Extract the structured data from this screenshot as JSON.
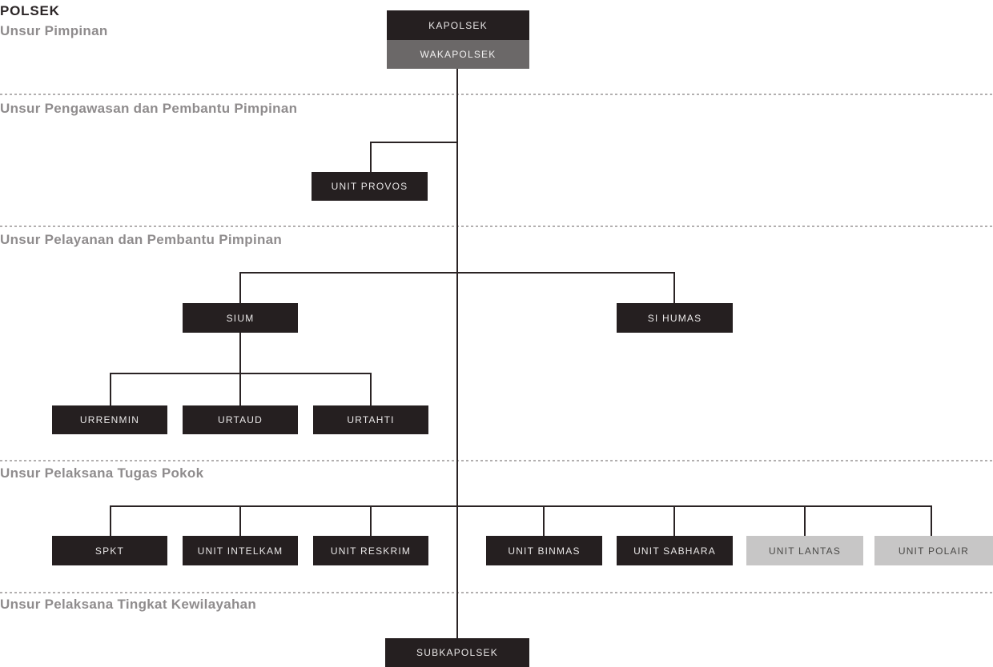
{
  "title": "POLSEK",
  "sections": {
    "pimpinan": "Unsur Pimpinan",
    "pengawasan": "Unsur Pengawasan dan Pembantu Pimpinan",
    "pelayanan": "Unsur Pelayanan dan Pembantu Pimpinan",
    "pelaksana_tugas_pokok": "Unsur Pelaksana Tugas Pokok",
    "pelaksana_kewilayahan": "Unsur Pelaksana Tingkat Kewilayahan"
  },
  "nodes": {
    "kapolsek": "KAPOLSEK",
    "wakapolsek": "WAKAPOLSEK",
    "unit_provos": "UNIT PROVOS",
    "sium": "SIUM",
    "si_humas": "SI HUMAS",
    "urrenmin": "URRENMIN",
    "urtaud": "URTAUD",
    "urtahti": "URTAHTI",
    "spkt": "SPKT",
    "unit_intelkam": "UNIT INTELKAM",
    "unit_reskrim": "UNIT RESKRIM",
    "unit_binmas": "UNIT BINMAS",
    "unit_sabhara": "UNIT SABHARA",
    "unit_lantas": "UNIT LANTAS",
    "unit_polair": "UNIT POLAIR",
    "subkapolsek": "SUBKAPOLSEK"
  },
  "hierarchy": {
    "root": "KAPOLSEK",
    "edges": [
      [
        "KAPOLSEK",
        "WAKAPOLSEK"
      ],
      [
        "WAKAPOLSEK",
        "UNIT PROVOS"
      ],
      [
        "WAKAPOLSEK",
        "SIUM"
      ],
      [
        "WAKAPOLSEK",
        "SI HUMAS"
      ],
      [
        "SIUM",
        "URRENMIN"
      ],
      [
        "SIUM",
        "URTAUD"
      ],
      [
        "SIUM",
        "URTAHTI"
      ],
      [
        "WAKAPOLSEK",
        "SPKT"
      ],
      [
        "WAKAPOLSEK",
        "UNIT INTELKAM"
      ],
      [
        "WAKAPOLSEK",
        "UNIT RESKRIM"
      ],
      [
        "WAKAPOLSEK",
        "UNIT BINMAS"
      ],
      [
        "WAKAPOLSEK",
        "UNIT SABHARA"
      ],
      [
        "WAKAPOLSEK",
        "UNIT LANTAS"
      ],
      [
        "WAKAPOLSEK",
        "UNIT POLAIR"
      ],
      [
        "WAKAPOLSEK",
        "SUBKAPOLSEK"
      ]
    ],
    "highlighted_gray_nodes": [
      "UNIT LANTAS",
      "UNIT POLAIR"
    ]
  },
  "colors": {
    "background": "#ffffff",
    "node_dark": "#251f20",
    "node_medium_gray": "#6b6868",
    "node_light_gray": "#c7c6c6",
    "node_text_light": "#e9e7e7",
    "node_text_dark": "#4a4947",
    "heading_gray": "#8f8c8d",
    "title_dark": "#2b2526",
    "connector_line": "#2a2324",
    "separator_dash": "#b2afaf"
  }
}
